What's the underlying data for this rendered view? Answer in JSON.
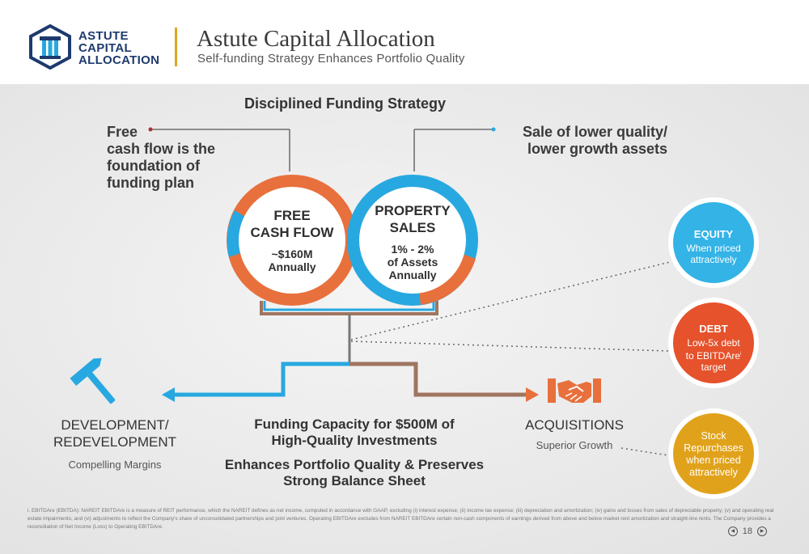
{
  "header": {
    "logo_lines": [
      "ASTUTE",
      "CAPITAL",
      "ALLOCATION"
    ],
    "title": "Astute Capital Allocation",
    "subtitle": "Self-funding Strategy Enhances Portfolio Quality"
  },
  "main": {
    "section_title": "Disciplined Funding Strategy",
    "left_callout": [
      "Free",
      "cash flow is the",
      "foundation of",
      "funding plan"
    ],
    "right_callout": [
      "Sale of lower quality/",
      "lower growth assets"
    ],
    "fcf_ring": {
      "title": [
        "FREE",
        "CASH FLOW"
      ],
      "sub": [
        "~$160M",
        "Annually"
      ],
      "color": "#e8703c"
    },
    "ps_ring": {
      "title": [
        "PROPERTY",
        "SALES"
      ],
      "sub": [
        "1% - 2%",
        "of Assets",
        "Annually"
      ],
      "color": "#28a8e0"
    },
    "development": {
      "label": [
        "DEVELOPMENT/",
        "REDEVELOPMENT"
      ],
      "sub": "Compelling Margins"
    },
    "acquisitions": {
      "label": "ACQUISITIONS",
      "sub": "Superior Growth"
    },
    "funding_capacity": [
      "Funding Capacity for $500M of",
      "High-Quality Investments"
    ],
    "enhances": [
      "Enhances Portfolio Quality & Preserves",
      "Strong Balance Sheet"
    ],
    "equity": {
      "title": "EQUITY",
      "sub": [
        "When priced",
        "attractively"
      ],
      "color": "#33b3e6"
    },
    "debt": {
      "title": "DEBT",
      "sub": [
        "Low-5x debt",
        "to EBITDAre",
        "target"
      ],
      "sup": "i",
      "color": "#e5522b"
    },
    "stock": {
      "lines": [
        "Stock",
        "Repurchases",
        "when priced",
        "attractively"
      ],
      "color": "#e1a21b"
    }
  },
  "footnote": "i. EBITDAre (EBITDA): NAREIT EBITDAre is a measure of REIT performance, which the NAREIT defines as net income, computed in accordance with GAAP, excluding (i) interest expense; (ii) income tax expense; (iii) depreciation and amortization; (iv) gains and losses from sales of depreciable property; (v) and operating real estate impairments; and (vi) adjustments to reflect the Company's share of unconsolidated partnerships and joint ventures. Operating EBITDAre excludes from NAREIT EBITDAre certain non-cash components of earnings derived from above and below market rent amortization and straight-line rents. The Company provides a reconciliation of Net Income (Loss) to Operating EBITDAre.",
  "page_number": "18",
  "colors": {
    "navy": "#1e3a6e",
    "gold": "#e0a526",
    "orange": "#e8703c",
    "blue": "#28a8e0",
    "brown": "#a07560"
  }
}
